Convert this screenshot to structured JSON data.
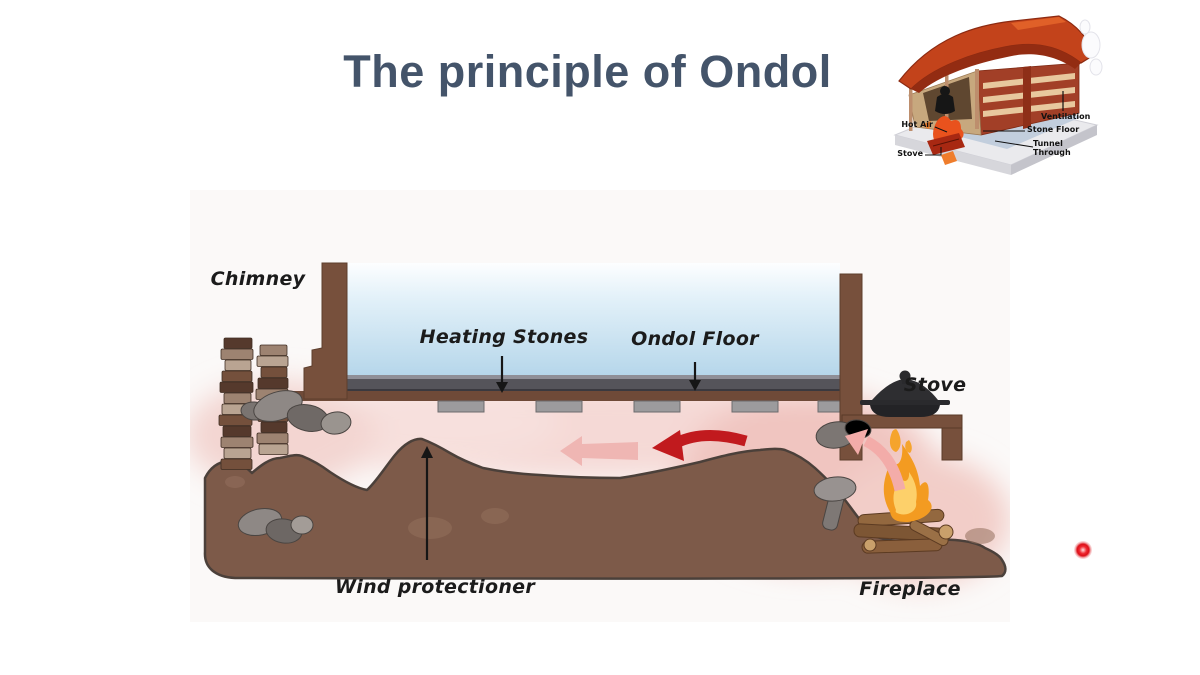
{
  "slide": {
    "title": "The principle of Ondol"
  },
  "house_inset": {
    "labels": {
      "hot_air": "Hot Air",
      "stove": "Stove",
      "ventilation": "Ventilation",
      "stone_floor": "Stone Floor",
      "tunnel_through": "Tunnel Through"
    }
  },
  "diagram": {
    "labels": {
      "chimney": "Chimney",
      "heating_stones": "Heating Stones",
      "ondol_floor": "Ondol Floor",
      "stove": "Stove",
      "wind_protectioner": "Wind protectioner",
      "fireplace": "Fireplace"
    },
    "colors": {
      "title_text": "#44546a",
      "earth_brown": "#7d5a49",
      "wood_brown": "#77503c",
      "floor_gray": "#57565c",
      "room_blue": "#b5d6ea",
      "heat_pink": "#f3d3cf",
      "flow_arrow_red": "#c11a1e",
      "flow_arrow_pink": "#f3aca9",
      "flame_orange": "#f39b21",
      "label_ink": "#1c1c1c"
    }
  },
  "pointer": {
    "laser_dot_color": "#dc0f18"
  }
}
